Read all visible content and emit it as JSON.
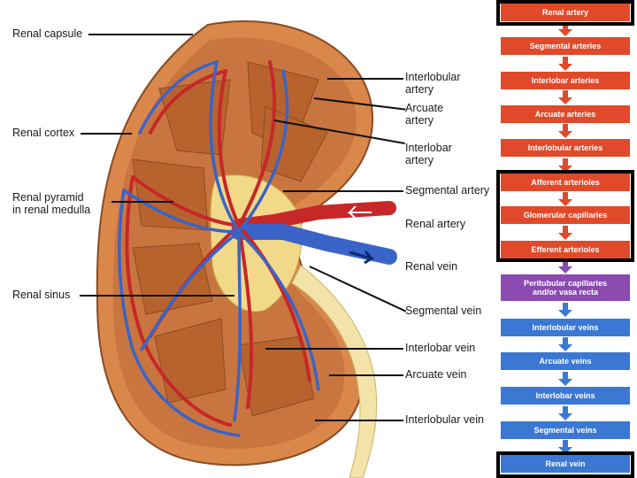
{
  "labels_left": {
    "renal_capsule": "Renal capsule",
    "renal_cortex": "Renal cortex",
    "renal_pyramid": "Renal pyramid\nin renal medulla",
    "renal_sinus": "Renal sinus"
  },
  "labels_right": {
    "interlobular_artery": "Interlobular\nartery",
    "arcuate_artery": "Arcuate\nartery",
    "interlobar_artery": "Interlobar\nartery",
    "segmental_artery": "Segmental artery",
    "renal_artery": "Renal artery",
    "renal_vein": "Renal vein",
    "segmental_vein": "Segmental vein",
    "interlobar_vein": "Interlobar vein",
    "arcuate_vein": "Arcuate vein",
    "interlobular_vein": "Interlobular vein"
  },
  "flowchart": {
    "steps": [
      {
        "label": "Renal artery",
        "color": "red"
      },
      {
        "label": "Segmental arteries",
        "color": "red"
      },
      {
        "label": "Interlobar arteries",
        "color": "red"
      },
      {
        "label": "Arcuate arteries",
        "color": "red"
      },
      {
        "label": "Interlobular arteries",
        "color": "red"
      },
      {
        "label": "Afferent arterioles",
        "color": "red"
      },
      {
        "label": "Glomerular capillaries",
        "color": "red"
      },
      {
        "label": "Efferent arterioles",
        "color": "red"
      },
      {
        "label": "Peritubular capillaries\nand/or vasa recta",
        "color": "purple"
      },
      {
        "label": "Interlobular veins",
        "color": "blue"
      },
      {
        "label": "Arcuate veins",
        "color": "blue"
      },
      {
        "label": "Interlobar veins",
        "color": "blue"
      },
      {
        "label": "Segmental veins",
        "color": "blue"
      },
      {
        "label": "Renal vein",
        "color": "blue"
      }
    ],
    "colors": {
      "red": "#e04a2a",
      "purple": "#8a4ab0",
      "blue": "#3b78d4"
    }
  }
}
